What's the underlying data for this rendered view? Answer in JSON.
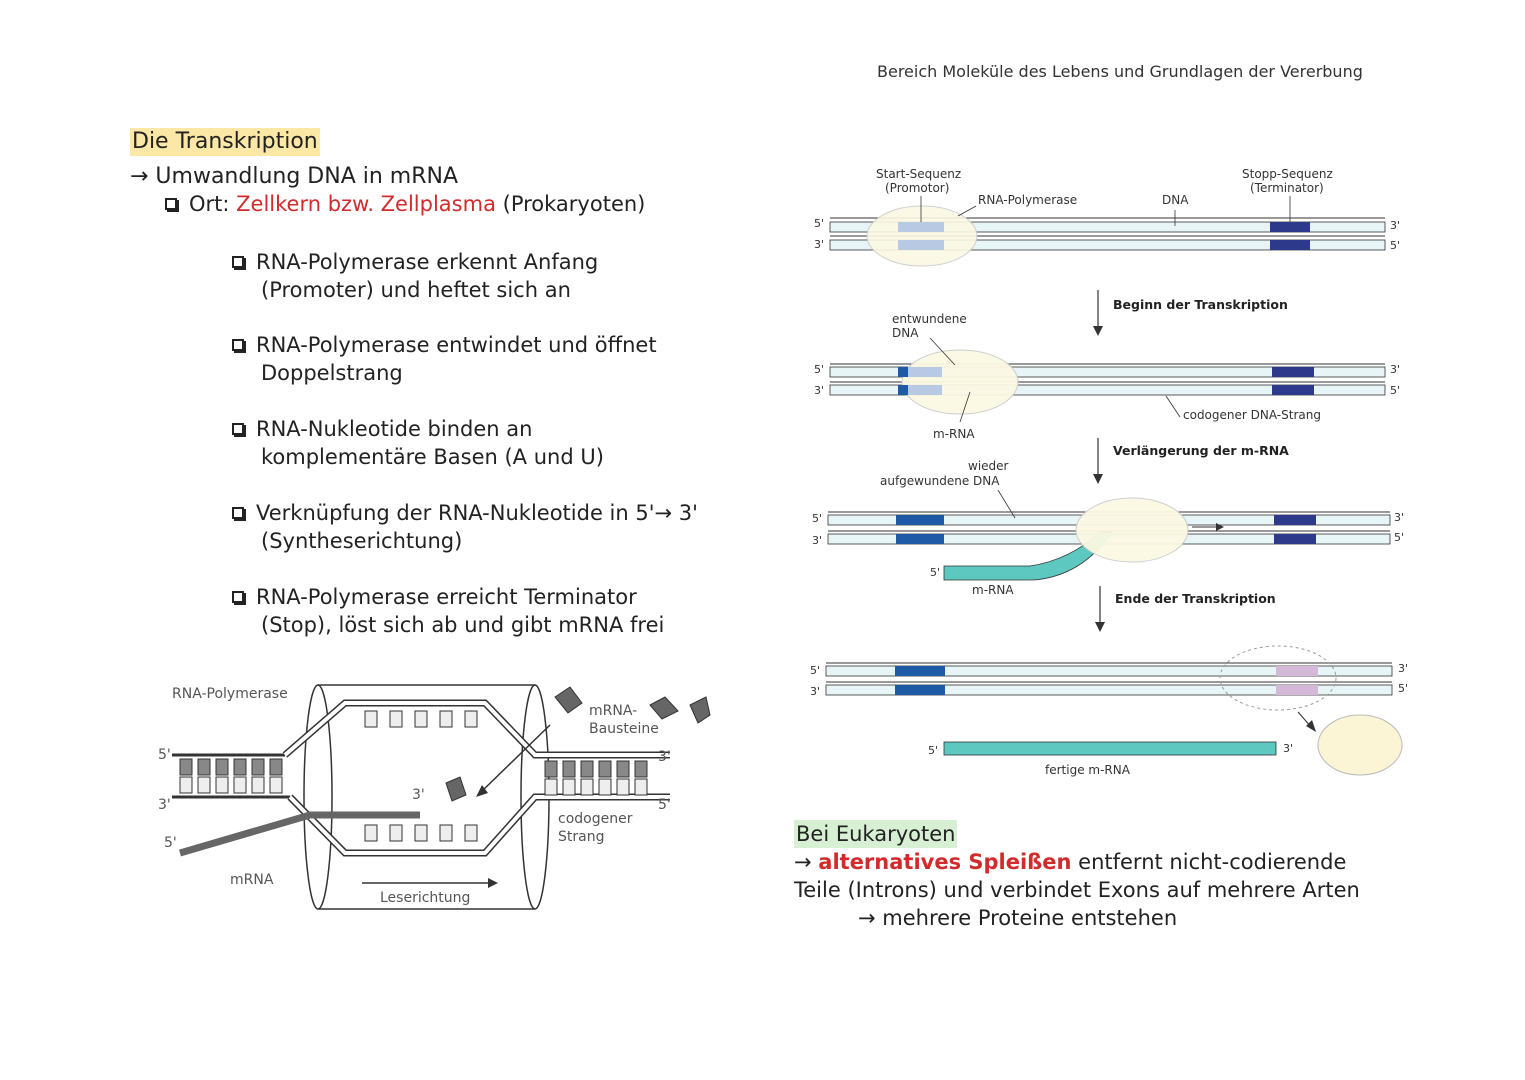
{
  "header": "Bereich Moleküle des Lebens und Grundlagen der Vererbung",
  "title": "Die Transkription",
  "line1": "→ Umwandlung DNA in mRNA",
  "line2": {
    "prefix": "Ort: ",
    "red": "Zellkern bzw. Zellplasma",
    "suffix": " (Prokaryoten)"
  },
  "steps": [
    {
      "l1": "RNA-Polymerase erkennt Anfang",
      "l2": "(Promoter) und heftet sich an"
    },
    {
      "l1": "RNA-Polymerase entwindet und öffnet",
      "l2": "Doppelstrang"
    },
    {
      "l1": "RNA-Nukleotide binden an",
      "l2": "komplementäre Basen (A und U)"
    },
    {
      "l1": "Verknüpfung der RNA-Nukleotide in 5'→ 3'",
      "l2": "(Syntheserichtung)"
    },
    {
      "l1": "RNA-Polymerase erreicht Terminator",
      "l2": "(Stop), löst sich ab und gibt mRNA frei"
    }
  ],
  "diagram_right": {
    "start_seq": "Start-Sequenz",
    "promotor": "(Promotor)",
    "rna_polymerase": "RNA-Polymerase",
    "dna": "DNA",
    "stop_seq": "Stopp-Sequenz",
    "terminator": "(Terminator)",
    "beginn": "Beginn der Transkription",
    "entwundene": "entwundene",
    "dna2": "DNA",
    "mrna": "m-RNA",
    "codogener": "codogener DNA-Strang",
    "verlaengerung": "Verlängerung der m-RNA",
    "wieder": "wieder",
    "aufgewundene": "aufgewundene DNA",
    "mrna2": "m-RNA",
    "ende": "Ende der Transkription",
    "fertige": "fertige m-RNA",
    "five": "5'",
    "three": "3'"
  },
  "diagram_left": {
    "rna_polymerase": "RNA-Polymerase",
    "mrna_bausteine1": "mRNA-",
    "mrna_bausteine2": "Bausteine",
    "codogener1": "codogener",
    "codogener2": "Strang",
    "mrna": "mRNA",
    "leserichtung": "Leserichtung",
    "five": "5'",
    "three": "3'"
  },
  "eukaryoten": {
    "heading": "Bei Eukaryoten",
    "arrow": "→ ",
    "red": "alternatives Spleißen",
    "rest1": " entfernt nicht-codierende",
    "line2": "Teile (Introns) und verbindet Exons auf mehrere Arten",
    "line3": "→ mehrere Proteine entstehen"
  }
}
